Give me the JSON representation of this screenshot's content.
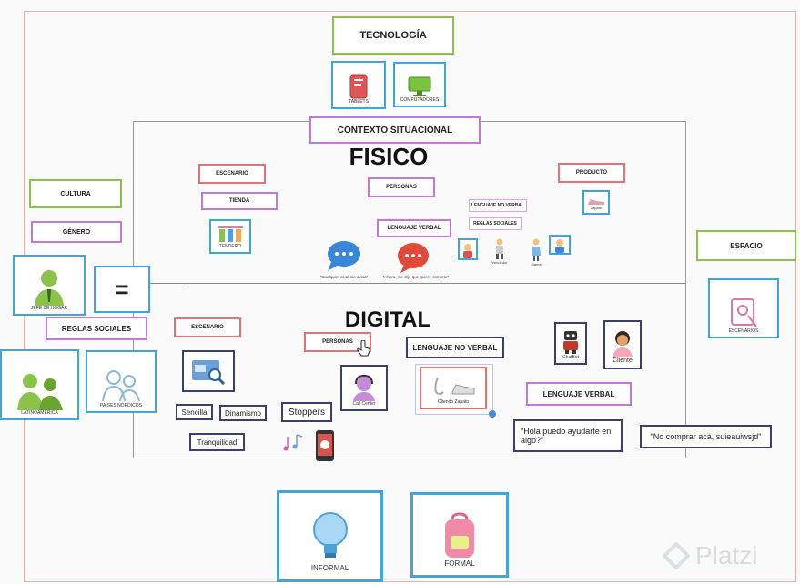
{
  "labels": {
    "tecnologia": "TECNOLOGÍA",
    "contexto": "CONTEXTO SITUACIONAL",
    "fisico": "FISICO",
    "digital": "DIGITAL",
    "cultura": "CULTURA",
    "genero": "GÉNERO",
    "reglas_sociales": "REGLAS SOCIALES",
    "espacio": "ESPACIO",
    "equals": "="
  },
  "tecnologia_items": {
    "tablet": "TABLETS",
    "computador": "COMPUTADORES"
  },
  "cultura_items": {
    "jefe": "JEFE DE HOGAR",
    "latam": "LATINOAMÉRICA",
    "nordicos": "PAISES NÓRDICOS"
  },
  "espacio_items": {
    "escenarios": "ESCENARIOS"
  },
  "fisico": {
    "escenario": "ESCENARIO",
    "tienda": "TIENDA",
    "tienda_caption": "TENDERO",
    "personas": "PERSONAS",
    "lenguaje_verbal": "LENGUAJE VERBAL",
    "lenguaje_no_verbal": "LENGUAJE NO VERBAL",
    "reglas_sociales": "REGLAS SOCIALES",
    "producto": "PRODUCTO",
    "producto_caption": "zapato",
    "quote1": "\"Cualquier cosa me avisa\"",
    "quote2": "\"Ahora, me dijo que quiere comprar\"",
    "figures": [
      "",
      "Vendedor",
      "Mamá"
    ]
  },
  "digital": {
    "escenario": "ESCENARIO",
    "personas": "PERSONAS",
    "lenguaje_no_verbal": "LENGUAJE NO VERBAL",
    "lenguaje_verbal": "LENGUAJE VERBAL",
    "sencilla": "Sencilla",
    "dinamismo": "Dinamismo",
    "tranquilidad": "Tranquilidad",
    "stoppers": "Stoppers",
    "call_center": "Call Center",
    "oliendo": "Oliendo Zapato",
    "chatbot": "ChatBot",
    "cliente": "Cliente",
    "quote1": "\"Hola puedo ayudarte en algo?\"",
    "quote2": "\"No comprar acá, suieauiwsjd\""
  },
  "bottom": {
    "informal": "INFORMAL",
    "formal": "FORMAL"
  },
  "watermark": "Platzi",
  "colors": {
    "green": "#8bc34a",
    "purple": "#c07ad6",
    "red": "#e57373",
    "navy": "#3a3f6b",
    "blue": "#42a5d8"
  }
}
